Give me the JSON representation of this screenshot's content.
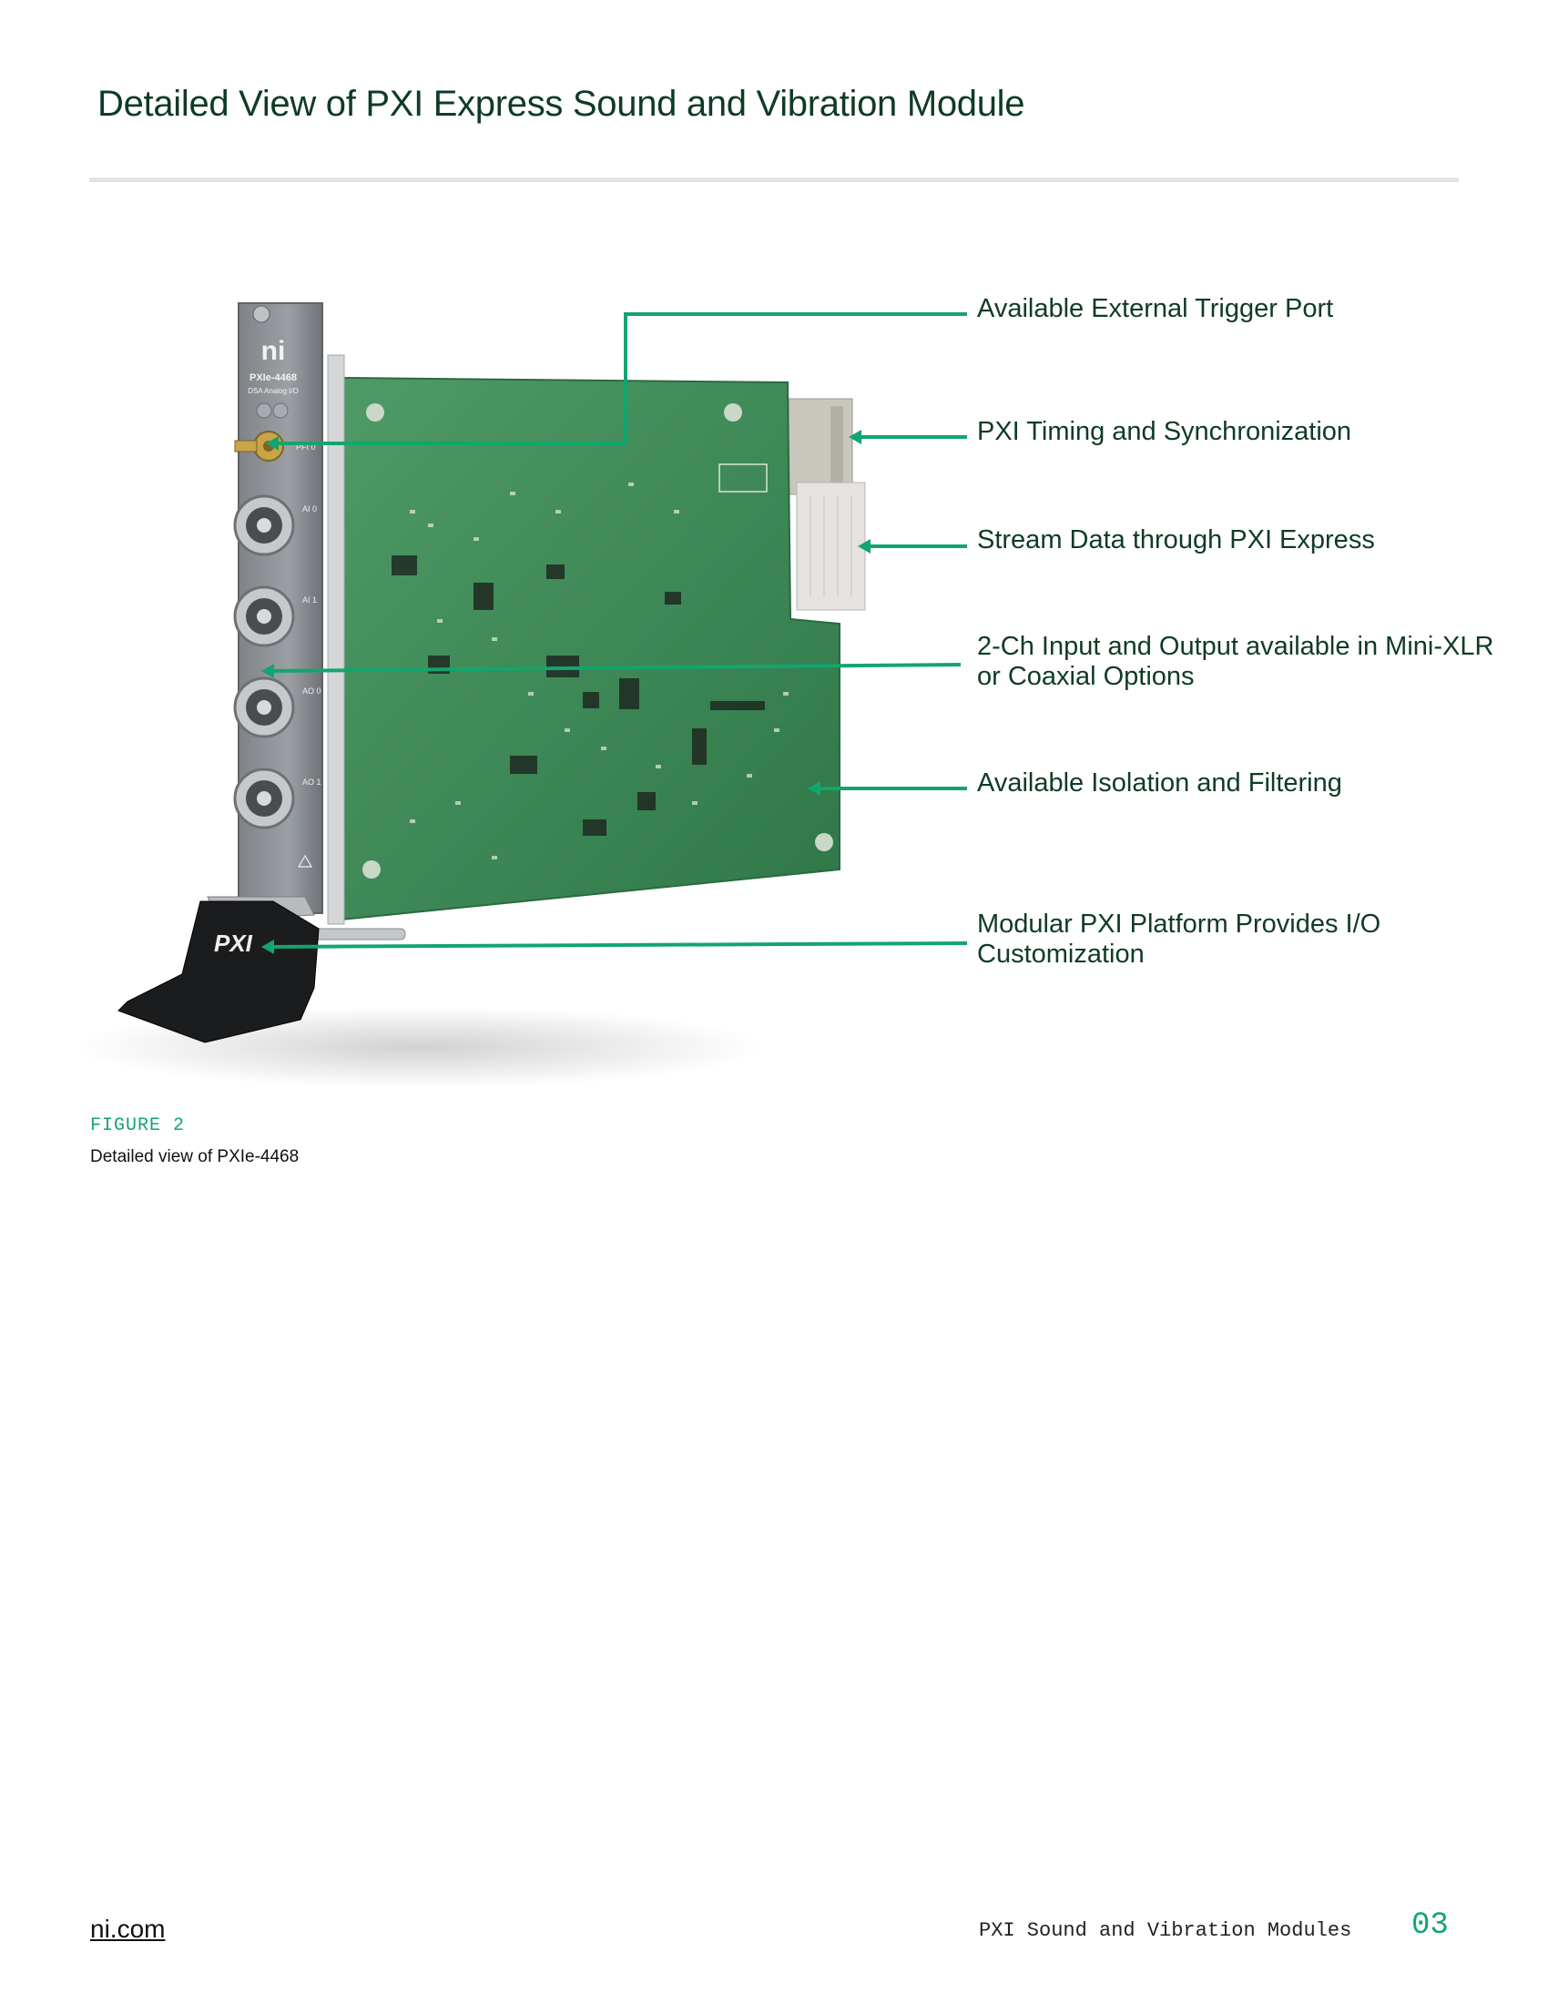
{
  "page": {
    "title": "Detailed View of PXI Express Sound and Vibration Module"
  },
  "figure": {
    "label": "FIGURE 2",
    "caption": "Detailed view of PXIe-4468",
    "product_lettering": [
      "ni",
      "PXIe-4468",
      "DSA Analog I/O",
      "PFI 0",
      "AI 0",
      "AI 1",
      "AO 0",
      "AO 1",
      "PXI"
    ],
    "callouts": [
      {
        "line1": "Available External Trigger Port",
        "line2": ""
      },
      {
        "line1": "PXI Timing and Synchronization",
        "line2": ""
      },
      {
        "line1": "Stream Data through PXI Express",
        "line2": ""
      },
      {
        "line1": "2-Ch Input and Output available in Mini-XLR",
        "line2": "or Coaxial Options"
      },
      {
        "line1": "Available Isolation and Filtering",
        "line2": ""
      },
      {
        "line1": "Modular PXI Platform Provides I/O",
        "line2": "Customization"
      }
    ]
  },
  "footer": {
    "site": "ni.com",
    "document": "PXI Sound and Vibration Modules",
    "page_number": "03"
  },
  "colors": {
    "accent_green": "#13a56f",
    "title_green": "#0f3b24",
    "board_green": "#3d8a56",
    "panel_gray": "#8e9297"
  }
}
